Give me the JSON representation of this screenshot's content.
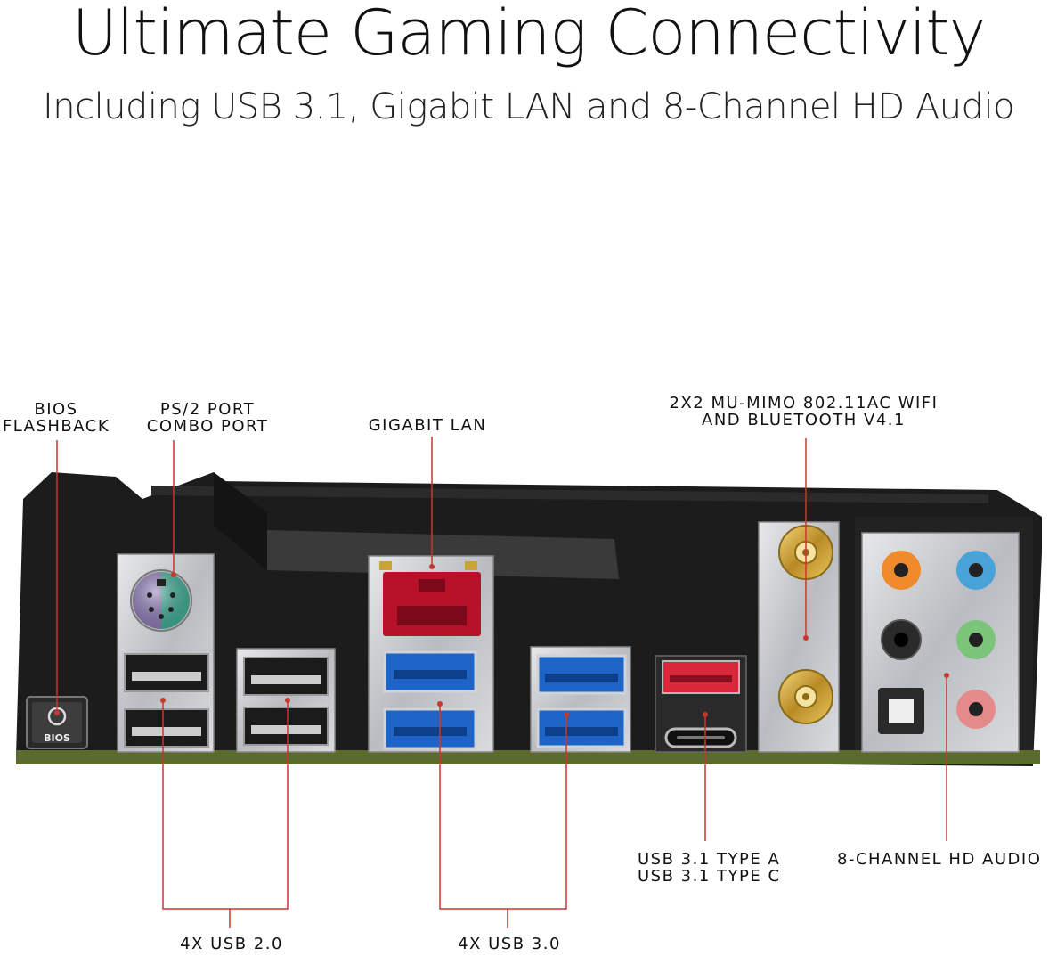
{
  "title": "Ultimate Gaming Connectivity",
  "subtitle": "Including USB 3.1, Gigabit LAN and 8-Channel HD Audio",
  "labels": {
    "bios_flashback": "BIOS\nFLASHBACK",
    "ps2_combo": "PS/2 PORT\nCOMBO PORT",
    "gigabit_lan": "GIGABIT LAN",
    "wifi_bt": "2X2 MU-MIMO 802.11AC WIFI\nAND BLUETOOTH V4.1",
    "usb31": "USB 3.1 TYPE A\nUSB 3.1 TYPE C",
    "hd_audio": "8-CHANNEL HD AUDIO",
    "usb20": "4X USB 2.0",
    "usb30": "4X USB 3.0",
    "bios_button_text": "BIOS"
  },
  "colors": {
    "leader_line": "#c8372d",
    "usb3_blue": "#1e63c8",
    "usb31_red": "#d8283a",
    "lan_red": "#b8122a",
    "panel_black": "#1c1c1c",
    "pcb_green": "#5a6b2c",
    "antenna_gold": "#c9a23a",
    "audio_orange": "#f08a2c",
    "audio_blue": "#4aa3d8",
    "audio_black": "#2a2a2a",
    "audio_green": "#7cc47a",
    "audio_pink": "#e58a8a",
    "ps2_purple": "#8e7ab8",
    "ps2_teal": "#3fae96"
  }
}
